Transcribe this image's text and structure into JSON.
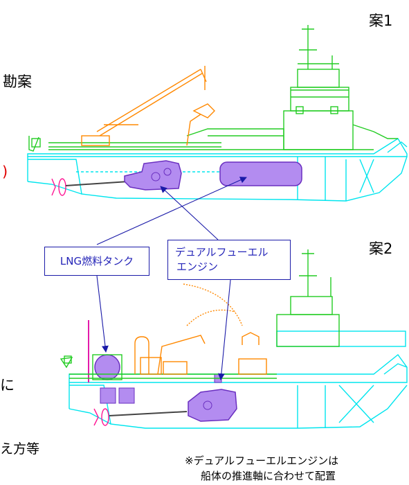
{
  "labels": {
    "plan1": "案1",
    "plan2": "案2",
    "cut_text_1": "勘案",
    "cut_text_2": ")",
    "cut_text_3": "に",
    "cut_text_4": "え方等"
  },
  "callouts": {
    "lng_tank": "LNG燃料タンク",
    "dual_fuel_engine_line1": "デュアルフューエル",
    "dual_fuel_engine_line2": "エンジン"
  },
  "note": {
    "line1": "※デュアルフューエルエンジンは",
    "line2": "船体の推進軸に合わせて配置"
  },
  "colors": {
    "hull": "#00e5ee",
    "superstructure": "#22cc22",
    "crane": "#ff8800",
    "component": "#b38cf0",
    "component_edge": "#6a2fc0",
    "arrow": "#1a1aa8",
    "mast": "#e000a0",
    "cut_text_red": "#e00000"
  }
}
